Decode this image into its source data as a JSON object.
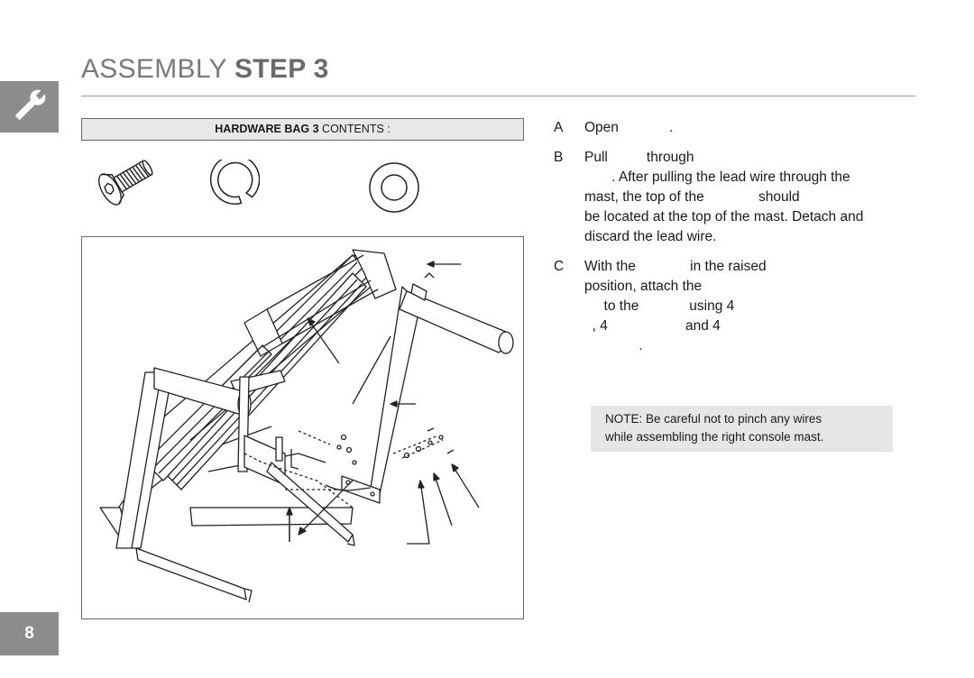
{
  "header": {
    "title_light": "ASSEMBLY ",
    "title_bold": "STEP 3"
  },
  "sidebar": {
    "tool_icon": "wrench-icon",
    "page_number": "8"
  },
  "hardware": {
    "heading_bold": "HARDWARE BAG 3",
    "heading_rest": " CONTENTS :",
    "items": [
      "bolt-icon",
      "lock-washer-icon",
      "flat-washer-icon"
    ]
  },
  "steps": [
    {
      "letter": "A",
      "lines": [
        "Open             ."
      ]
    },
    {
      "letter": "B",
      "lines": [
        "Pull          through",
        "       . After pulling the lead wire through the",
        "mast, the top of the              should",
        "be located at the top of the mast. Detach and",
        "discard the lead wire."
      ]
    },
    {
      "letter": "C",
      "lines": [
        "With the              in the raised",
        "position, attach the",
        "     to the             using 4",
        "  , 4                    and 4",
        "              ."
      ]
    }
  ],
  "note": {
    "line1": "NOTE: Be careful not to pinch any wires",
    "line2": "while assembling the right console mast."
  }
}
